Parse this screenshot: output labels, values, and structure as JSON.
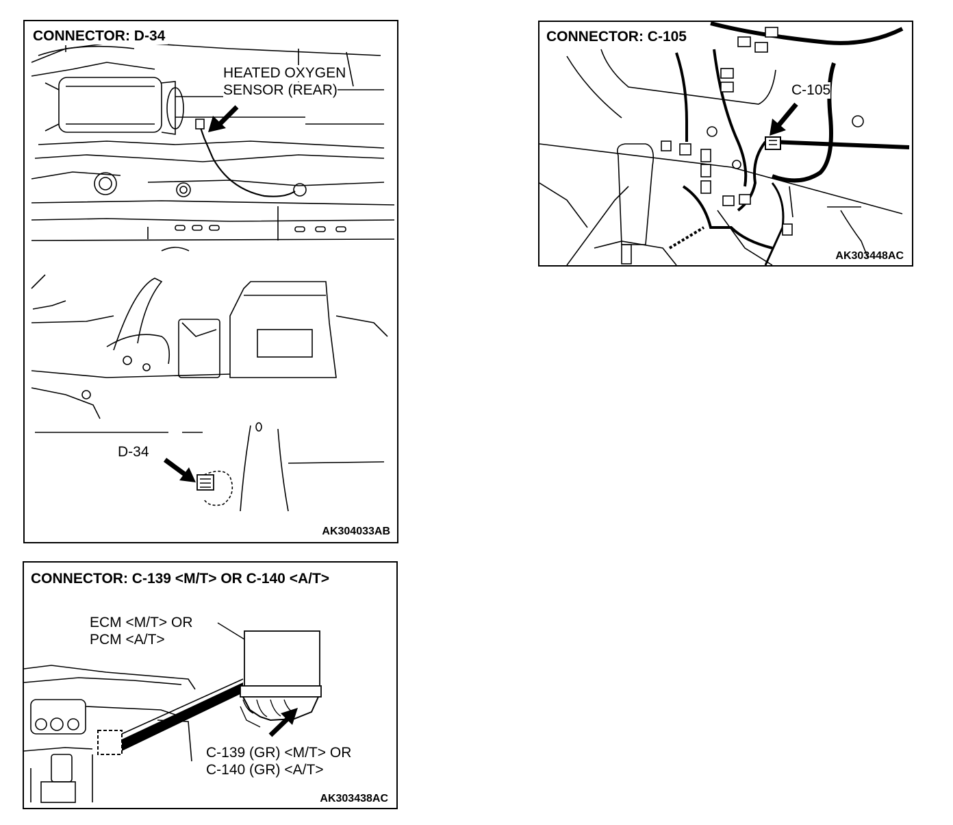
{
  "panels": {
    "d34": {
      "title": "CONNECTOR: D-34",
      "figure_id": "AK304033AB",
      "callouts": {
        "sensor_line1": "HEATED OXYGEN",
        "sensor_line2": "SENSOR (REAR)",
        "connector": "D-34"
      }
    },
    "c105": {
      "title": "CONNECTOR: C-105",
      "figure_id": "AK303448AC",
      "callouts": {
        "connector": "C-105"
      }
    },
    "c139": {
      "title": "CONNECTOR: C-139 <M/T> OR C-140 <A/T>",
      "figure_id": "AK303438AC",
      "callouts": {
        "module_line1": "ECM <M/T> OR",
        "module_line2": "PCM <A/T>",
        "connector_line1": "C-139 (GR) <M/T> OR",
        "connector_line2": "C-140 (GR) <A/T>"
      }
    }
  }
}
